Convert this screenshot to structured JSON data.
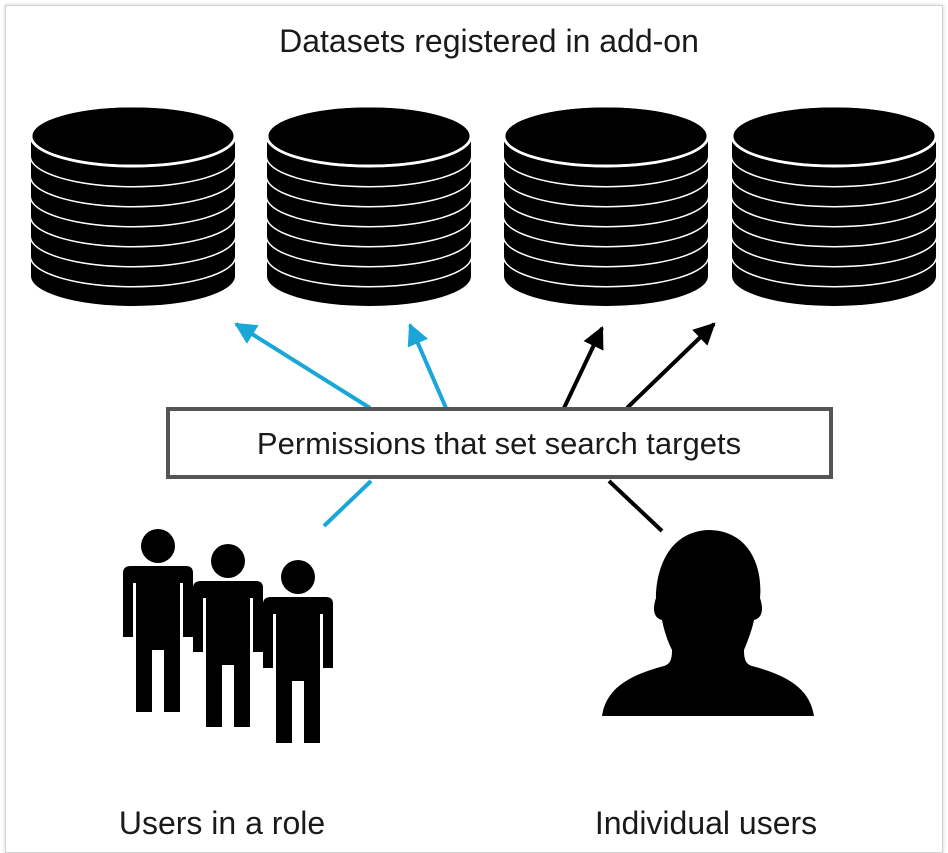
{
  "diagram": {
    "title": "Datasets registered in add-on",
    "permission_label": "Permissions that set search targets",
    "groups": {
      "role": "Users in a role",
      "individual": "Individual users"
    },
    "datasets": [
      {
        "id": "dataset-1",
        "access": "role"
      },
      {
        "id": "dataset-2",
        "access": "role"
      },
      {
        "id": "dataset-3",
        "access": "individual"
      },
      {
        "id": "dataset-4",
        "access": "individual"
      }
    ],
    "icons": {
      "dataset": "database-icon",
      "role_group": "people-group-icon",
      "individual": "person-head-icon"
    },
    "colors": {
      "role_arrow": "#1aa7d8",
      "individual_arrow": "#000000",
      "box_border": "#555555"
    }
  }
}
